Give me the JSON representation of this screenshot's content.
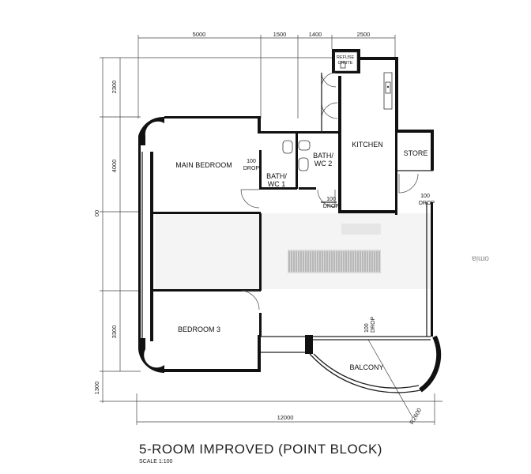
{
  "dimensions": {
    "top": [
      "5000",
      "1500",
      "1400",
      "2500"
    ],
    "left": [
      "2300",
      "4000",
      "00",
      "3300",
      "1300"
    ],
    "bottom": "12000",
    "radius": "R2600"
  },
  "rooms": {
    "main_bedroom": "MAIN BEDROOM",
    "bedroom3": "BEDROOM 3",
    "kitchen": "KITCHEN",
    "store": "STORE",
    "balcony": "BALCONY",
    "bath1_a": "BATH/",
    "bath1_b": "WC 1",
    "bath2_a": "BATH/",
    "bath2_b": "WC 2",
    "refuse_a": "REFUSE",
    "refuse_b": "CHUTE"
  },
  "drops": {
    "value": "100",
    "label": "DROP"
  },
  "side_text": "ɐᴉɯo",
  "title": "5-ROOM IMPROVED (POINT BLOCK)",
  "scale": "SCALE  1:100"
}
